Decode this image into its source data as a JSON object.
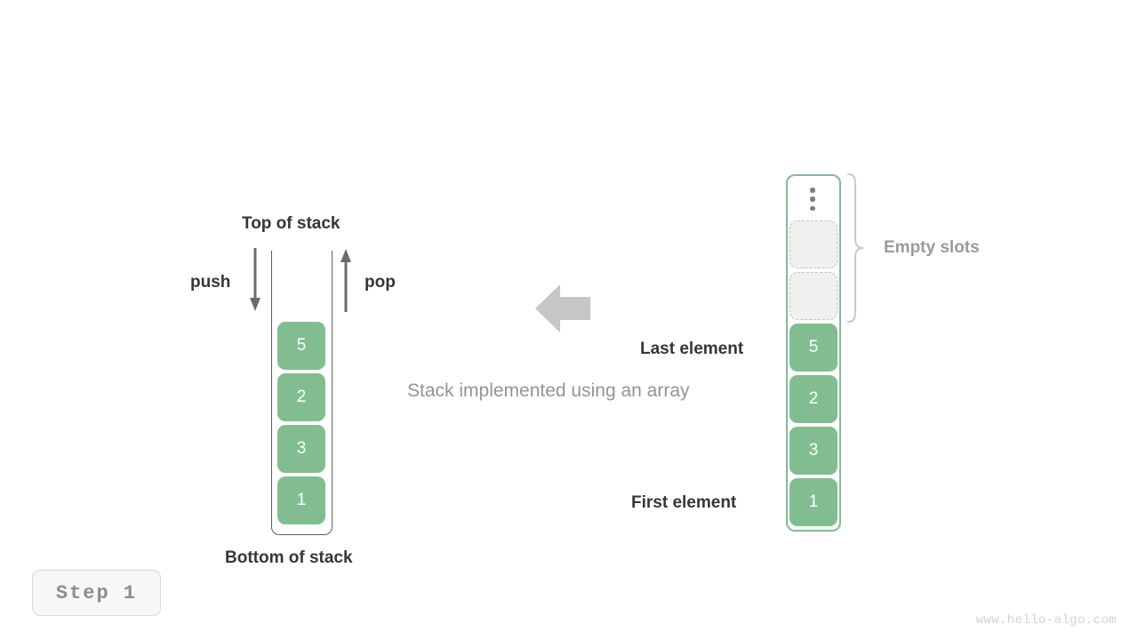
{
  "diagram": {
    "caption": "Stack implemented using an array",
    "step_label": "Step 1",
    "watermark": "www.hello-algo.com",
    "colors": {
      "element_fill": "#82bd92",
      "element_text": "#ffffff",
      "array_border": "#82bd92",
      "stack_border": "#5d5d5d",
      "empty_slot_fill": "#f0f0f0",
      "empty_slot_border": "#c4c4c4",
      "label_dark": "#33373b",
      "label_gray": "#9a9a9a",
      "caption_gray": "#949494",
      "arrow_gray": "#c4c4c4",
      "badge_text": "#8c8c8c",
      "watermark": "#d2d2d2"
    }
  },
  "left_stack": {
    "title_top": "Top of stack",
    "title_bottom": "Bottom of stack",
    "push_label": "push",
    "pop_label": "pop",
    "push_icon": "arrow-down-icon",
    "pop_icon": "arrow-up-icon",
    "elements": [
      "5",
      "2",
      "3",
      "1"
    ],
    "order": "top-to-bottom"
  },
  "transform": {
    "icon": "arrow-left-icon",
    "direction": "left"
  },
  "right_array": {
    "empty_slots_label": "Empty slots",
    "empty_slots_count": 2,
    "ellipsis_icon": "vertical-ellipsis-icon",
    "last_element_label": "Last element",
    "first_element_label": "First element",
    "elements": [
      "5",
      "2",
      "3",
      "1"
    ],
    "order": "last-to-first"
  }
}
